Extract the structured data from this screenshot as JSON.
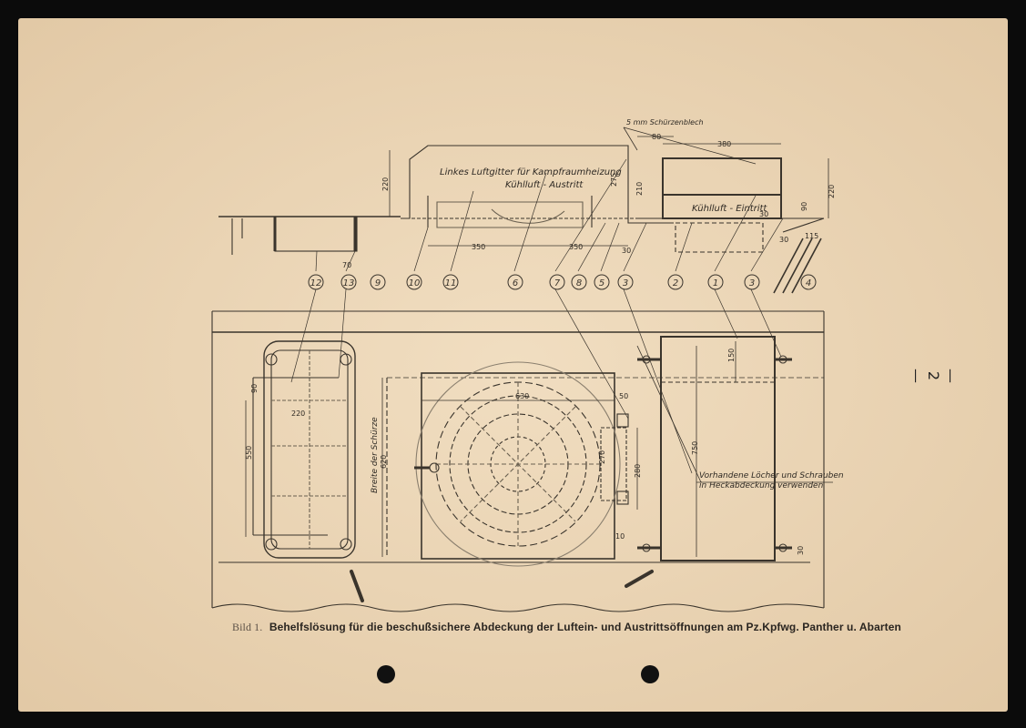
{
  "page_number": "— 2 —",
  "caption": {
    "label": "Bild 1.",
    "text": "Behelfslösung für die beschußsichere Abdeckung der Luftein- und Austrittsöffnungen am Pz.Kpfwg. Panther u. Abarten"
  },
  "drawing": {
    "top_labels": {
      "grille": "Linkes Luftgitter für Kampfraumheizung",
      "outlet": "Kühlluft - Austritt",
      "inlet": "Kühlluft - Eintritt",
      "plate": "5 mm Schürzenblech"
    },
    "dimensions_top": [
      "220",
      "350",
      "350",
      "30",
      "80",
      "380",
      "275",
      "210",
      "220",
      "90",
      "30",
      "30",
      "115",
      "70"
    ],
    "bottom_labels": {
      "apron": "Breite der Schürze",
      "holes_line1": "Vorhandene Löcher und Schrauben",
      "holes_line2": "in Heckabdeckung verwenden"
    },
    "dimensions_bottom": [
      "90",
      "220",
      "550",
      "620",
      "630",
      "50",
      "270",
      "280",
      "10",
      "150",
      "750",
      "30"
    ],
    "callouts": [
      "12",
      "13",
      "9",
      "10",
      "11",
      "6",
      "7",
      "8",
      "5",
      "3",
      "2",
      "1",
      "3",
      "4"
    ]
  }
}
